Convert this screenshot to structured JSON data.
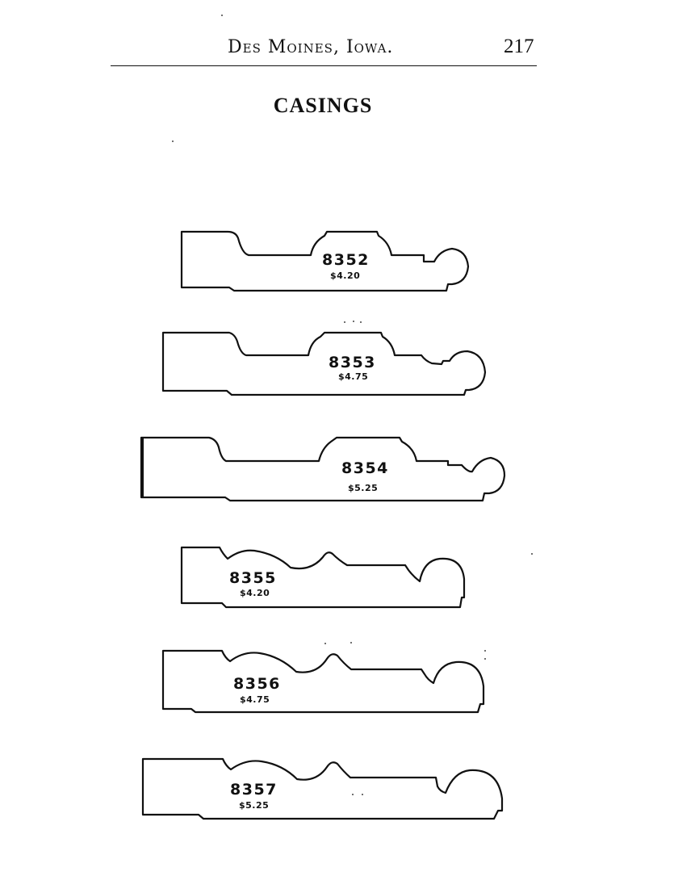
{
  "header": {
    "running_head": "Des Moines, Iowa.",
    "page_number": "217"
  },
  "section_title": "CASINGS",
  "casings": [
    {
      "model": "8352",
      "price": "$4.20"
    },
    {
      "model": "8353",
      "price": "$4.75"
    },
    {
      "model": "8354",
      "price": "$5.25"
    },
    {
      "model": "8355",
      "price": "$4.20"
    },
    {
      "model": "8356",
      "price": "$4.75"
    },
    {
      "model": "8357",
      "price": "$5.25"
    }
  ]
}
